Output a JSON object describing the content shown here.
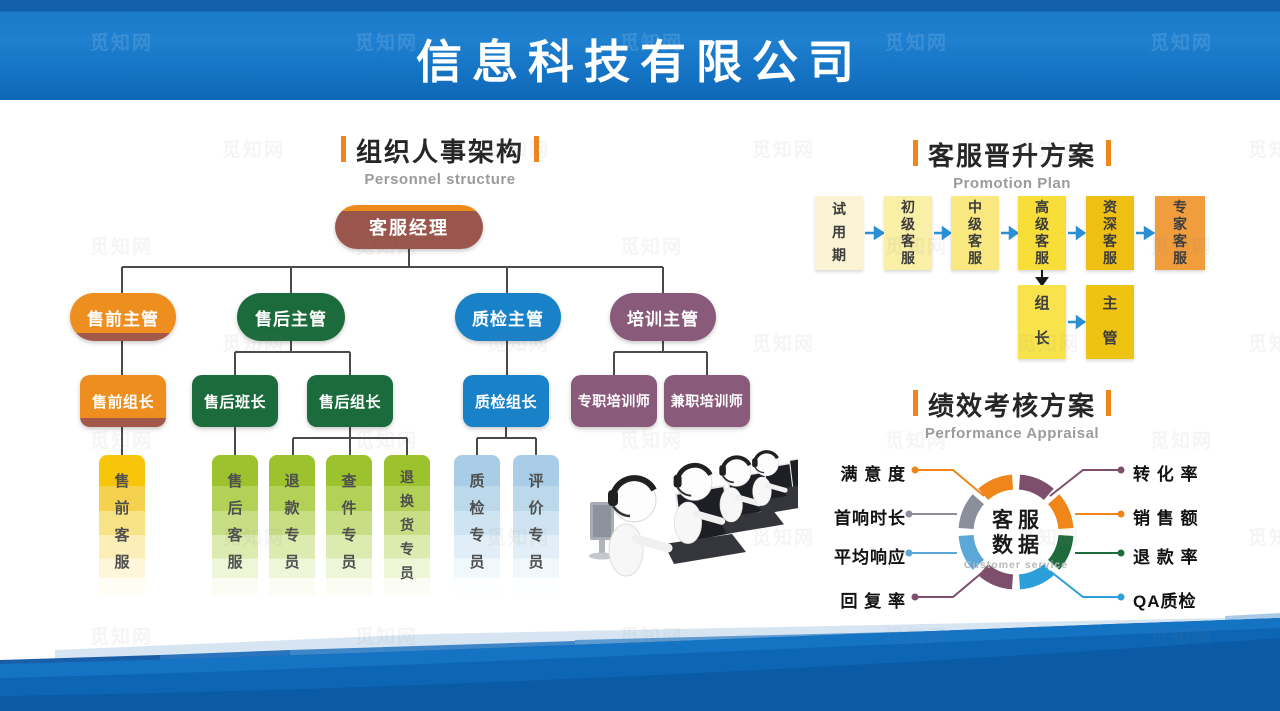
{
  "watermark": "觅知网",
  "banner": {
    "title": "信息科技有限公司"
  },
  "org_chart": {
    "title": "组织人事架构",
    "subtitle": "Personnel structure",
    "root": "客服经理",
    "level2": [
      "售前主管",
      "售后主管",
      "质检主管",
      "培训主管"
    ],
    "level3": [
      "售前组长",
      "售后班长",
      "售后组长",
      "质检组长",
      "专职培训师",
      "兼职培训师"
    ],
    "level4": [
      "售前客服",
      "售后客服",
      "退款专员",
      "查件专员",
      "退换货专员",
      "质检专员",
      "评价专员"
    ]
  },
  "promotion": {
    "title": "客服晋升方案",
    "subtitle": "Promotion Plan",
    "stages": [
      {
        "label": "试用期",
        "color": "#faf3d4"
      },
      {
        "label": "初级客服",
        "color": "#f9efa6"
      },
      {
        "label": "中级客服",
        "color": "#f8e87f"
      },
      {
        "label": "高级客服",
        "color": "#f7de39"
      },
      {
        "label": "资深客服",
        "color": "#f0bf13"
      },
      {
        "label": "专家客服",
        "color": "#f09d3e"
      }
    ],
    "branch": [
      {
        "label": "组长",
        "color": "#f8e34c"
      },
      {
        "label": "主管",
        "color": "#eec311"
      }
    ]
  },
  "performance": {
    "title": "绩效考核方案",
    "subtitle": "Performance Appraisal",
    "center_title": "客服数据",
    "center_subtitle": "Customer service",
    "left_metrics": [
      {
        "label": "满 意 度",
        "color": "#f08519"
      },
      {
        "label": "首响时长",
        "color": "#8b8f9b"
      },
      {
        "label": "平均响应",
        "color": "#5aa7d8"
      },
      {
        "label": "回 复 率",
        "color": "#7d4f6d"
      }
    ],
    "right_metrics": [
      {
        "label": "转 化 率",
        "color": "#7d4f6d"
      },
      {
        "label": "销 售 额",
        "color": "#f08519"
      },
      {
        "label": "退 款 率",
        "color": "#206b3e"
      },
      {
        "label": "QA质检",
        "color": "#2d9fd8"
      }
    ],
    "ring_colors": [
      "#7d4f6d",
      "#f08519",
      "#206b3e",
      "#2d9fd8",
      "#7d4f6d",
      "#5aa7d8",
      "#8b8f9b",
      "#f08519"
    ]
  },
  "colors": {
    "banner_blue": "#1573c4",
    "orange": "#f08519",
    "brown": "#9a564c",
    "green": "#1c6b3d",
    "blue": "#1981c8",
    "purple": "#8a5a7b",
    "arrow_blue": "#2a8fd4",
    "connector_gray": "#4a4a4a"
  }
}
